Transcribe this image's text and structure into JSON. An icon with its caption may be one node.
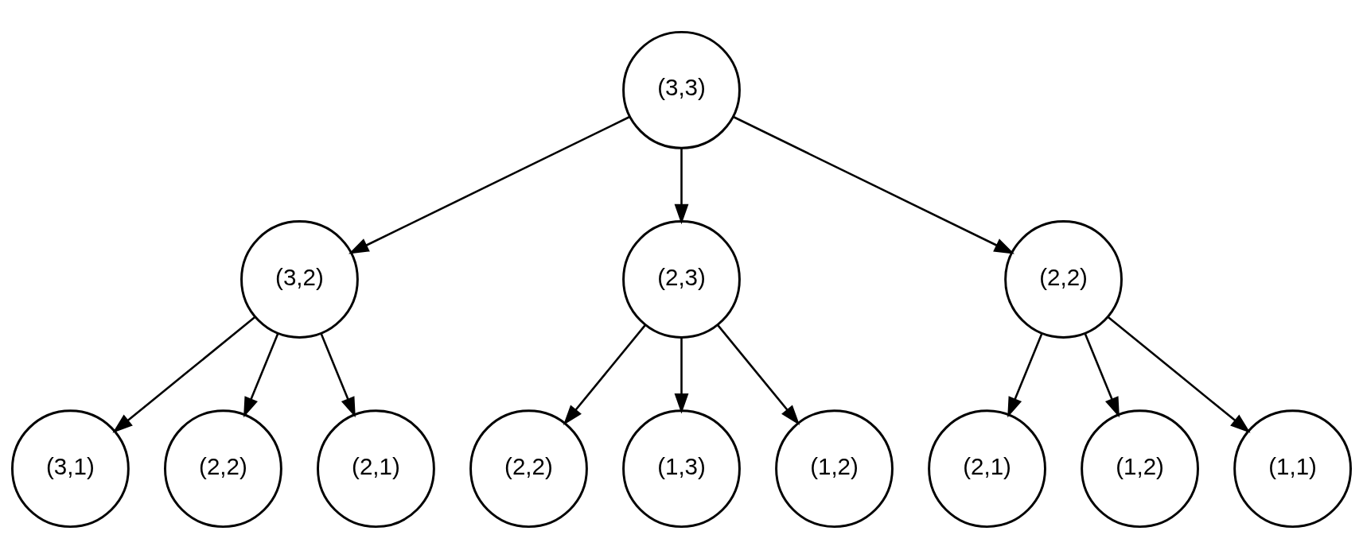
{
  "diagram": {
    "nodes": [
      {
        "text": [
          "(3,3)"
        ]
      },
      {
        "text": [
          "(3,2)"
        ]
      },
      {
        "text": [
          "(2,3)"
        ]
      },
      {
        "text": [
          "(2,2)"
        ]
      },
      {
        "text": [
          "(3,1)"
        ]
      },
      {
        "text": [
          "(2,2)"
        ]
      },
      {
        "text": [
          "(2,1)"
        ]
      },
      {
        "text": [
          "(2,2)"
        ]
      },
      {
        "text": [
          "(1,3)"
        ]
      },
      {
        "text": [
          "(1,2)"
        ]
      },
      {
        "text": [
          "(2,1)"
        ]
      },
      {
        "text": [
          "(1,2)"
        ]
      },
      {
        "text": [
          "(1,1)"
        ]
      }
    ],
    "edges": [
      {
        "from": 0,
        "to": 1,
        "arrow": "to"
      },
      {
        "from": 0,
        "to": 2,
        "arrow": "to"
      },
      {
        "from": 0,
        "to": 3,
        "arrow": "to"
      },
      {
        "from": 1,
        "to": 4,
        "arrow": "to"
      },
      {
        "from": 1,
        "to": 5,
        "arrow": "to"
      },
      {
        "from": 1,
        "to": 6,
        "arrow": "to"
      },
      {
        "from": 2,
        "to": 7,
        "arrow": "to"
      },
      {
        "from": 2,
        "to": 8,
        "arrow": "to"
      },
      {
        "from": 2,
        "to": 9,
        "arrow": "to"
      },
      {
        "from": 3,
        "to": 10,
        "arrow": "to"
      },
      {
        "from": 3,
        "to": 11,
        "arrow": "to"
      },
      {
        "from": 3,
        "to": 12,
        "arrow": "to"
      }
    ]
  }
}
